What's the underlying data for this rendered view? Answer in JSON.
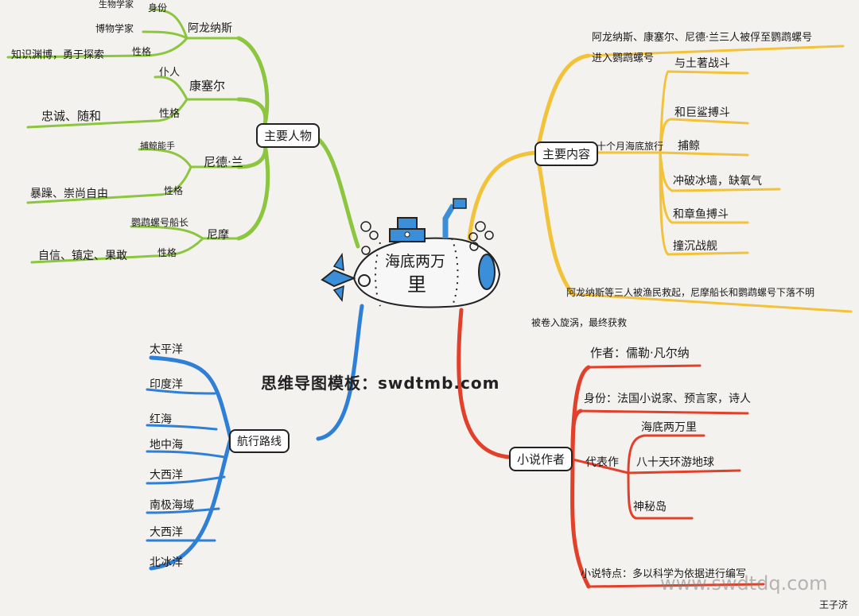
{
  "center": {
    "title_line1": "海底两万",
    "title_line2": "里"
  },
  "watermark": "思维导图模板：swdtmb.com",
  "watermark2": "www.swdtdq.com",
  "signature": "王子济",
  "colors": {
    "green": "#8cc63f",
    "yellow": "#f2c23a",
    "blue": "#2f7fd6",
    "red": "#e2402b",
    "sub_body": "#f7f7f7",
    "sub_blue": "#3a8fd8"
  },
  "branches": {
    "characters": {
      "title": "主要人物",
      "aronnax": {
        "name": "阿龙纳斯",
        "identity": "身份",
        "identity_value": "生物学家",
        "identity_value2": "博物学家",
        "personality": "性格",
        "personality_value": "知识渊博，勇于探索"
      },
      "conseil": {
        "name": "康塞尔",
        "identity": "仆人",
        "personality": "性格",
        "personality_value": "忠诚、随和"
      },
      "ned": {
        "name": "尼德·兰",
        "identity": "捕鲸能手",
        "personality": "性格",
        "personality_value": "暴躁、崇尚自由"
      },
      "nemo": {
        "name": "尼摩",
        "identity": "鹦鹉螺号船长",
        "personality": "性格",
        "personality_value": "自信、镇定、果敢"
      }
    },
    "content": {
      "title": "主要内容",
      "intro": "阿龙纳斯、康塞尔、尼德·兰三人被俘至鹦鹉螺号",
      "intro2": "进入鹦鹉螺号",
      "journey": "十个月海底旅行",
      "events": [
        "与土著战斗",
        "和巨鲨搏斗",
        "捕鲸",
        "冲破冰墙，缺氧气",
        "和章鱼搏斗",
        "撞沉战舰"
      ],
      "ending": "阿龙纳斯等三人被渔民救起，尼摩船长和鹦鹉螺号下落不明",
      "ending2": "被卷入旋涡，最终获救"
    },
    "route": {
      "title": "航行路线",
      "stops": [
        "太平洋",
        "印度洋",
        "红海",
        "地中海",
        "大西洋",
        "南极海域",
        "大西洋",
        "北冰洋"
      ]
    },
    "author": {
      "title": "小说作者",
      "name": "作者：儒勒·凡尔纳",
      "identity": "身份：法国小说家、预言家，诗人",
      "works_label": "代表作",
      "works": [
        "海底两万里",
        "八十天环游地球",
        "神秘岛"
      ],
      "feature": "小说特点：多以科学为依据进行编写"
    }
  }
}
